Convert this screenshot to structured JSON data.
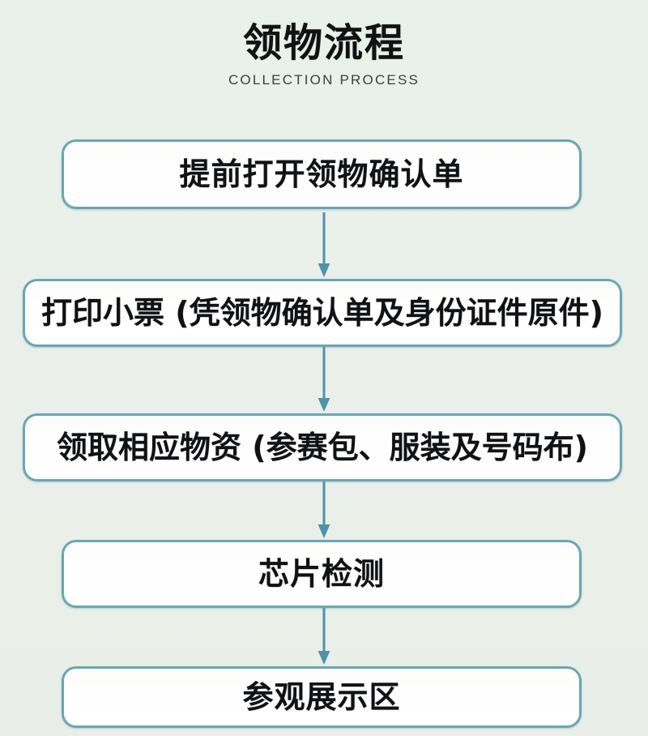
{
  "header": {
    "title": "领物流程",
    "subtitle": "COLLECTION PROCESS"
  },
  "colors": {
    "page_background": "#eaf0ea",
    "box_border": "#6aa7b4",
    "box_fill": "#ffffff",
    "arrow": "#4f93ab",
    "title_text": "#111214",
    "subtitle_text": "#3b3f3d"
  },
  "flow": {
    "steps": [
      {
        "index": 1,
        "label": "提前打开领物确认单"
      },
      {
        "index": 2,
        "label": "打印小票 (凭领物确认单及身份证件原件)"
      },
      {
        "index": 3,
        "label": "领取相应物资 (参赛包、服装及号码布)"
      },
      {
        "index": 4,
        "label": "芯片检测"
      },
      {
        "index": 5,
        "label": "参观展示区"
      }
    ],
    "connectors": [
      {
        "index": 1,
        "icon": "arrow-down-icon",
        "from": 1,
        "to": 2
      },
      {
        "index": 2,
        "icon": "arrow-down-icon",
        "from": 2,
        "to": 3
      },
      {
        "index": 3,
        "icon": "arrow-down-icon",
        "from": 3,
        "to": 4
      },
      {
        "index": 4,
        "icon": "arrow-down-icon",
        "from": 4,
        "to": 5
      }
    ]
  }
}
